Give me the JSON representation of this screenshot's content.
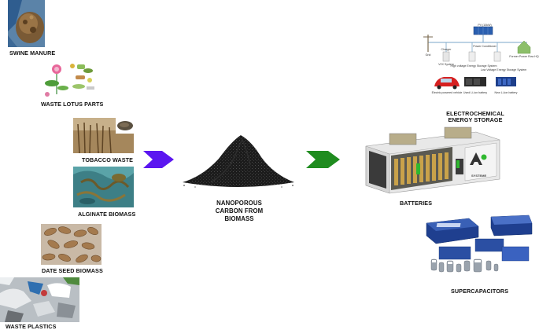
{
  "sources": [
    {
      "label": "SWINE MANURE"
    },
    {
      "label": "WASTE LOTUS PARTS"
    },
    {
      "label": "TOBACCO WASTE"
    },
    {
      "label": "ALGINATE BIOMASS"
    },
    {
      "label": "DATE SEED BIOMASS"
    },
    {
      "label": "WASTE PLASTICS"
    }
  ],
  "center_label": [
    "NANOPOROUS",
    "CARBON FROM",
    "BIOMASS"
  ],
  "applications": {
    "electrochemical": [
      "ELECTROCHEMICAL",
      "ENERGY STORAGE"
    ],
    "batteries": "BATTERIES",
    "supercapacitors": "SUPERCAPACITORS"
  },
  "grid_diagram": {
    "pv": "PV (10kW)",
    "grid": "Grid",
    "charger": "Charger",
    "power_conditioner": "Power Conditioner",
    "house": "Former Power Row HQ",
    "v2x": "V2X System",
    "high_voltage": "High voltage Energy Storage System",
    "low_voltage": "Low Voltage Energy Storage System",
    "ev": "Electric powered vehicle",
    "used_battery": "Used Li-ion battery",
    "new_battery": "New Li-ion battery"
  },
  "battery_brand": "SYSTEME",
  "arrow_colors": {
    "purple": "#5b16f0",
    "green": "#1f8c1f"
  }
}
